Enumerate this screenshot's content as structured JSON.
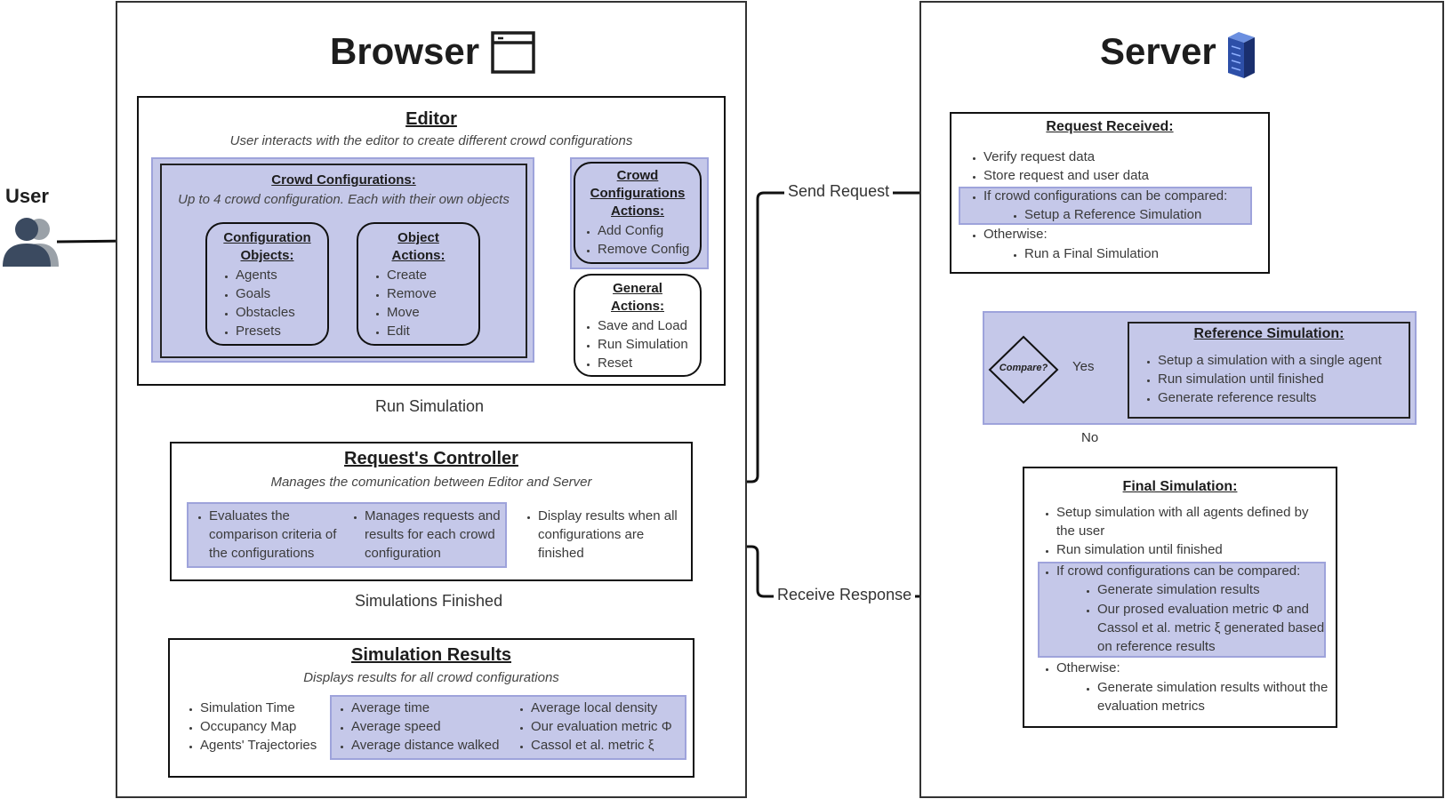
{
  "user": {
    "label": "User"
  },
  "browser": {
    "title": "Browser",
    "editor": {
      "title": "Editor",
      "subtitle": "User interacts with the editor to create different crowd configurations",
      "crowd_configurations": {
        "title": "Crowd Configurations:",
        "subtitle": "Up to 4 crowd configuration. Each with their own objects",
        "configuration_objects": {
          "title": "Configuration Objects:",
          "items": [
            "Agents",
            "Goals",
            "Obstacles",
            "Presets"
          ]
        },
        "object_actions": {
          "title": "Object Actions:",
          "items": [
            "Create",
            "Remove",
            "Move",
            "Edit"
          ]
        }
      },
      "crowd_configurations_actions": {
        "title": "Crowd Configurations Actions:",
        "items": [
          "Add Config",
          "Remove Config"
        ]
      },
      "general_actions": {
        "title": "General Actions:",
        "items": [
          "Save and Load",
          "Run Simulation",
          "Reset"
        ]
      }
    },
    "run_simulation_label": "Run Simulation",
    "controller": {
      "title": "Request's Controller",
      "subtitle": "Manages the comunication between Editor and Server",
      "items": [
        "Evaluates the comparison criteria of the configurations",
        "Manages requests and results for each crowd configuration",
        "Display results when all configurations are finished"
      ]
    },
    "simulations_finished_label": "Simulations Finished",
    "results": {
      "title": "Simulation Results",
      "subtitle": "Displays results for all crowd configurations",
      "col1": [
        "Simulation Time",
        "Occupancy Map",
        "Agents' Trajectories"
      ],
      "col2": [
        "Average time",
        "Average speed",
        "Average distance walked"
      ],
      "col3": [
        "Average local density",
        "Our evaluation metric Φ",
        "Cassol et al. metric ξ"
      ]
    }
  },
  "send_request_label": "Send Request",
  "receive_response_label": "Receive Response",
  "server": {
    "title": "Server",
    "request_received": {
      "title": "Request Received:",
      "items": [
        "Verify request data",
        "Store request and user data"
      ],
      "if_compare": "If crowd configurations can be compared:",
      "if_compare_sub": "Setup a Reference Simulation",
      "otherwise": "Otherwise:",
      "otherwise_sub": "Run a Final Simulation"
    },
    "decision": {
      "label": "Compare?",
      "yes": "Yes",
      "no": "No"
    },
    "reference_simulation": {
      "title": "Reference Simulation:",
      "items": [
        "Setup a simulation with a single agent",
        "Run simulation until finished",
        "Generate reference results"
      ]
    },
    "final_simulation": {
      "title": "Final Simulation:",
      "items": [
        "Setup simulation with all agents defined by the user",
        "Run simulation until finished"
      ],
      "if_compare": "If crowd configurations can be compared:",
      "if_compare_sub": [
        "Generate simulation results",
        "Our prosed evaluation metric Φ and Cassol et al. metric ξ generated based on reference results"
      ],
      "otherwise": "Otherwise:",
      "otherwise_sub": "Generate simulation results without the evaluation metrics"
    }
  }
}
